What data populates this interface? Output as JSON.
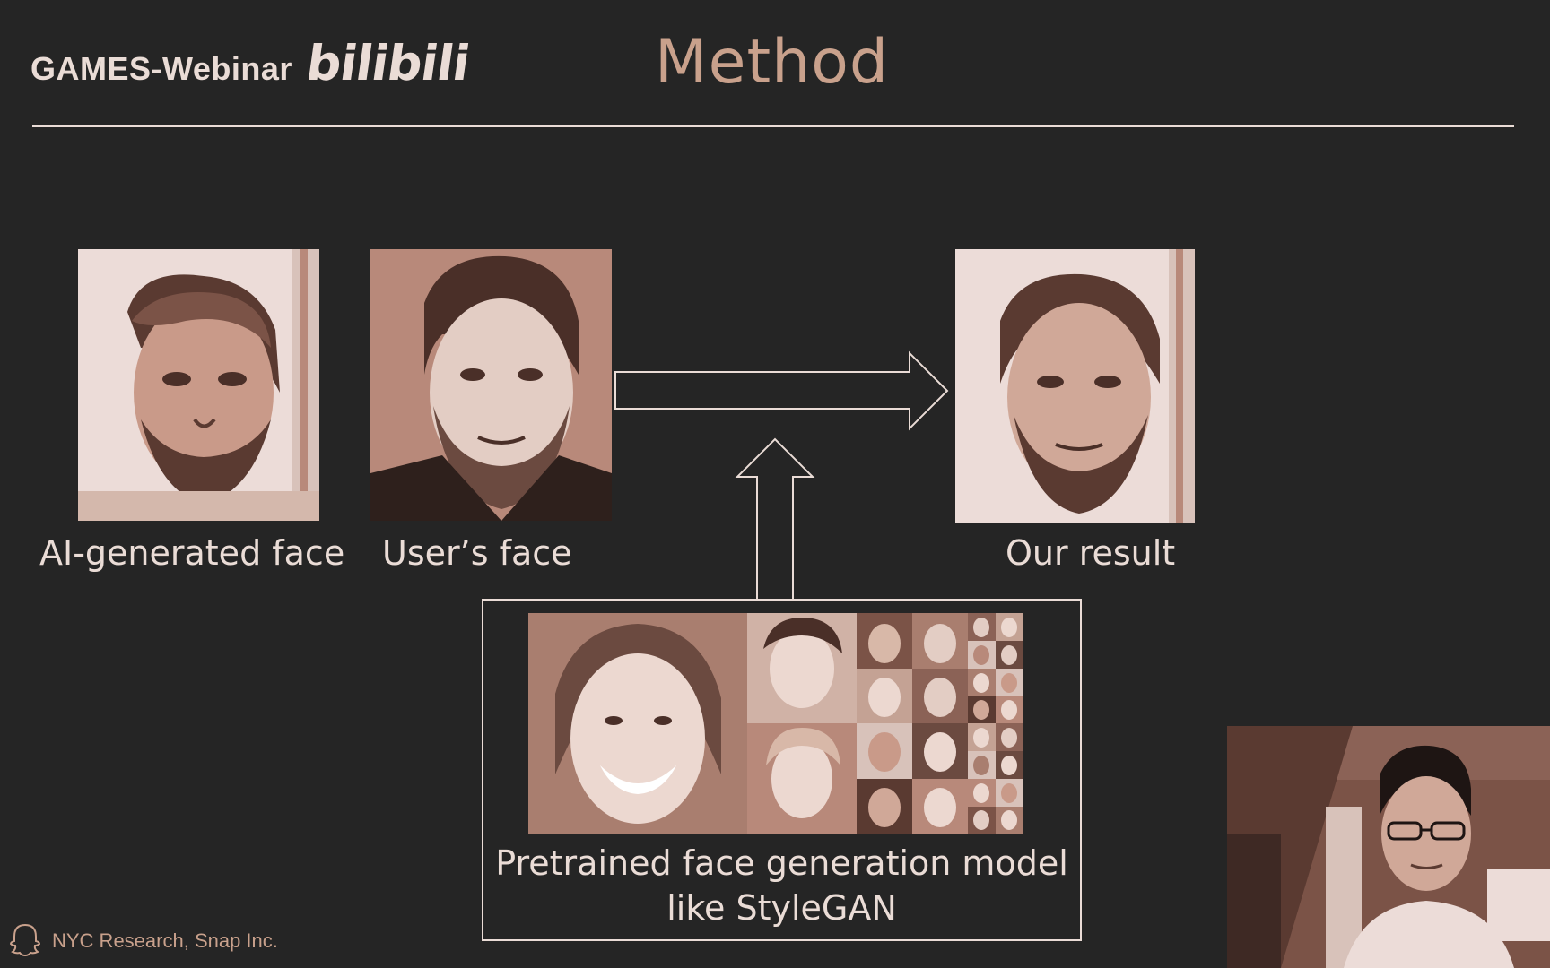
{
  "header": {
    "brand": "GAMES-Webinar",
    "logo": "bilibili",
    "title": "Method"
  },
  "diagram": {
    "captions": {
      "ai_face": "AI-generated face",
      "user_face": "User’s face",
      "result": "Our result"
    },
    "model": {
      "line1": "Pretrained face generation model",
      "line2": "like StyleGAN"
    }
  },
  "footer": {
    "org": "NYC Research, Snap Inc.",
    "icon": "snapchat-ghost-icon"
  },
  "colors": {
    "background": "#252525",
    "text": "#eadcd6",
    "title": "#c9a18c",
    "photo_light": "#ecdcd8",
    "photo_mid": "#b8897a",
    "photo_dark": "#5a3a31"
  }
}
